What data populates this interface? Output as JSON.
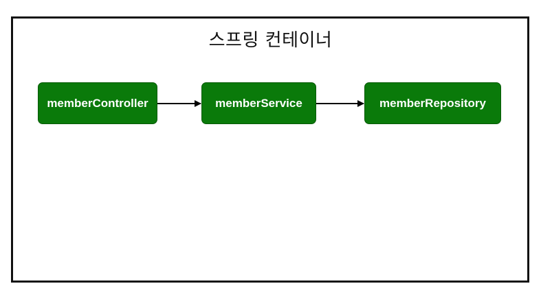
{
  "container": {
    "title": "스프링 컨테이너"
  },
  "beans": [
    {
      "id": "controller",
      "label": "memberController"
    },
    {
      "id": "service",
      "label": "memberService"
    },
    {
      "id": "repository",
      "label": "memberRepository"
    }
  ],
  "dependencies": [
    {
      "from": "controller",
      "to": "service"
    },
    {
      "from": "service",
      "to": "repository"
    }
  ],
  "colors": {
    "bean_fill": "#0a7a0a",
    "bean_text": "#ffffff",
    "frame_border": "#111111",
    "arrow": "#000000"
  }
}
